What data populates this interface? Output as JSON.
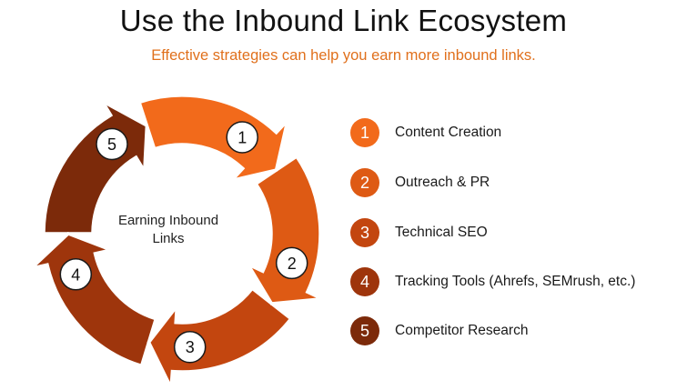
{
  "header": {
    "title": "Use the Inbound Link Ecosystem",
    "subtitle": "Effective strategies can help you earn more inbound links."
  },
  "cycle": {
    "center_label": "Earning Inbound Links",
    "steps": [
      {
        "number": "1",
        "label": "Content Creation",
        "color": "#f26a1b"
      },
      {
        "number": "2",
        "label": "Outreach & PR",
        "color": "#de5a14"
      },
      {
        "number": "3",
        "label": "Technical SEO",
        "color": "#c3460f"
      },
      {
        "number": "4",
        "label": "Tracking Tools (Ahrefs, SEMrush, etc.)",
        "color": "#9e350c"
      },
      {
        "number": "5",
        "label": "Competitor Research",
        "color": "#7c2a0a"
      }
    ]
  }
}
